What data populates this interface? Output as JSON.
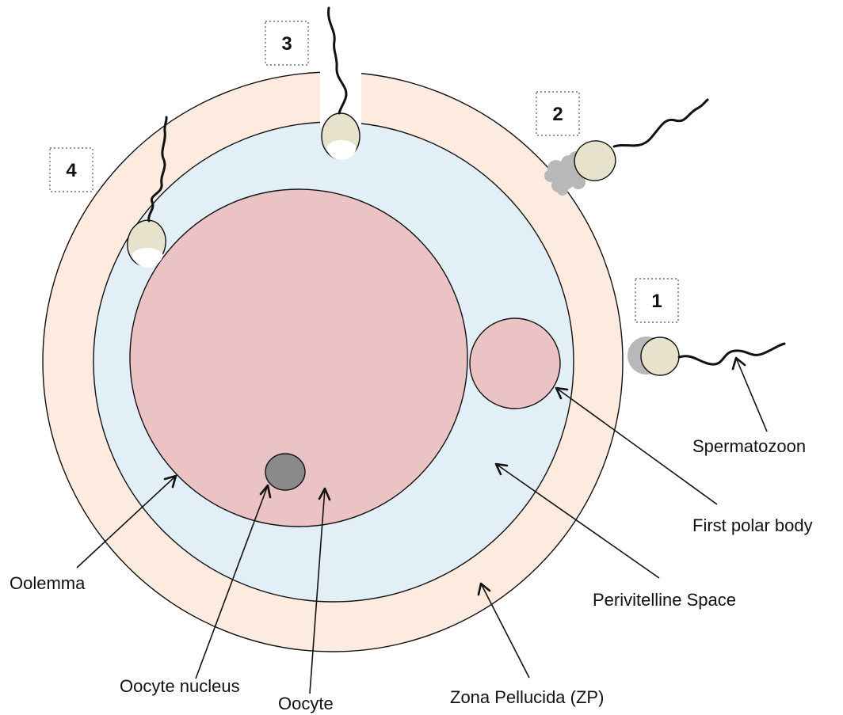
{
  "labels": {
    "spermatozoon": "Spermatozoon",
    "first_polar_body": "First polar body",
    "perivitelline_space": "Perivitelline Space",
    "zona_pellucida": "Zona Pellucida (ZP)",
    "oocyte": "Oocyte",
    "oocyte_nucleus": "Oocyte nucleus",
    "oolemma": "Oolemma"
  },
  "steps": [
    "1",
    "2",
    "3",
    "4"
  ],
  "colors": {
    "zona_pellucida": "#fdebe0",
    "perivitelline_space": "#e3eff6",
    "oocyte": "#ebc3c4",
    "polar_body": "#ebc3c4",
    "nucleus": "#8a8a8a",
    "sperm_head": "#e6e2cc",
    "acrosome_cloud": "#b8b8b8"
  }
}
